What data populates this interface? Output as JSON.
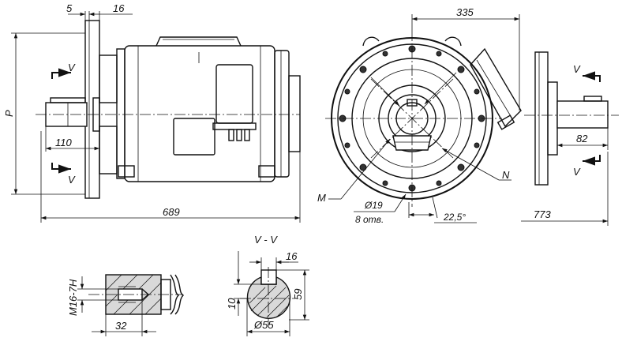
{
  "dimensions": {
    "flange_thickness": "5",
    "flange_offset": "16",
    "height_label": "P",
    "shaft_length": "110",
    "overall_length": "689",
    "front_width": "335",
    "hole_diameter": "Ø19",
    "hole_count": "8 отв.",
    "angle": "22,5°",
    "side_length": "773",
    "side_shaft": "82",
    "thread": "M16-7H",
    "thread_depth": "32",
    "key_width": "16",
    "key_depth": "10",
    "shaft_height": "59",
    "shaft_diameter": "Ø55"
  },
  "labels": {
    "section_v1": "V",
    "section_v2": "V",
    "section_v3": "V",
    "section_v4": "V",
    "section_title": "V - V",
    "mark_m": "M",
    "mark_n": "N"
  }
}
